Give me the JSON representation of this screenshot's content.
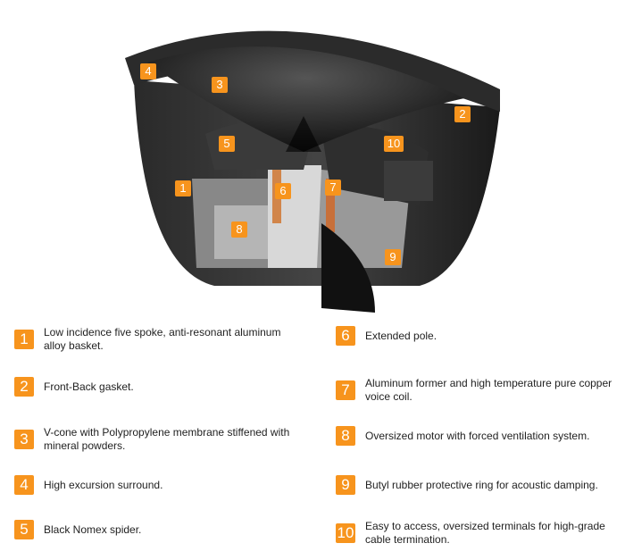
{
  "accent_color": "#f7941d",
  "callouts": [
    "1",
    "2",
    "3",
    "4",
    "5",
    "6",
    "7",
    "8",
    "9",
    "10"
  ],
  "legend": [
    {
      "number": "1",
      "text": "Low incidence five spoke, anti-resonant aluminum alloy basket."
    },
    {
      "number": "2",
      "text": "Front-Back gasket."
    },
    {
      "number": "3",
      "text": "V-cone with Polypropylene membrane stiffened with mineral powders."
    },
    {
      "number": "4",
      "text": "High excursion surround."
    },
    {
      "number": "5",
      "text": "Black Nomex spider."
    },
    {
      "number": "6",
      "text": "Extended pole."
    },
    {
      "number": "7",
      "text": "Aluminum former and high temperature pure copper voice coil."
    },
    {
      "number": "8",
      "text": "Oversized motor with forced ventilation system."
    },
    {
      "number": "9",
      "text": "Butyl rubber protective ring for acoustic damping."
    },
    {
      "number": "10",
      "text": "Easy to access, oversized terminals for high-grade cable termination."
    }
  ]
}
